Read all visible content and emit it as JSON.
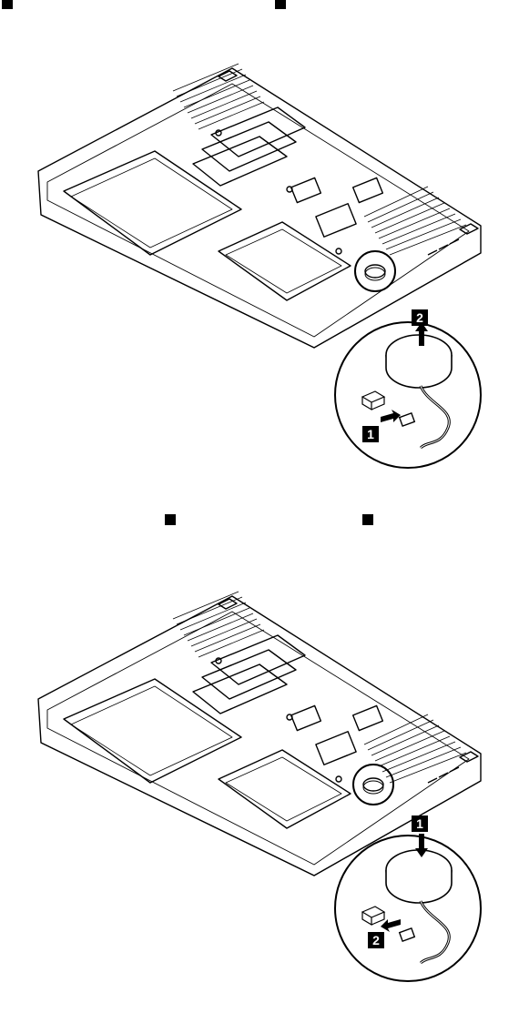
{
  "figures": [
    {
      "id": "remove",
      "step_labels": [
        "1",
        "2"
      ]
    },
    {
      "id": "install",
      "step_labels": [
        "1",
        "2"
      ]
    }
  ],
  "colors": {
    "ink": "#000000",
    "paper": "#ffffff",
    "shade": "#cfcfcf"
  }
}
